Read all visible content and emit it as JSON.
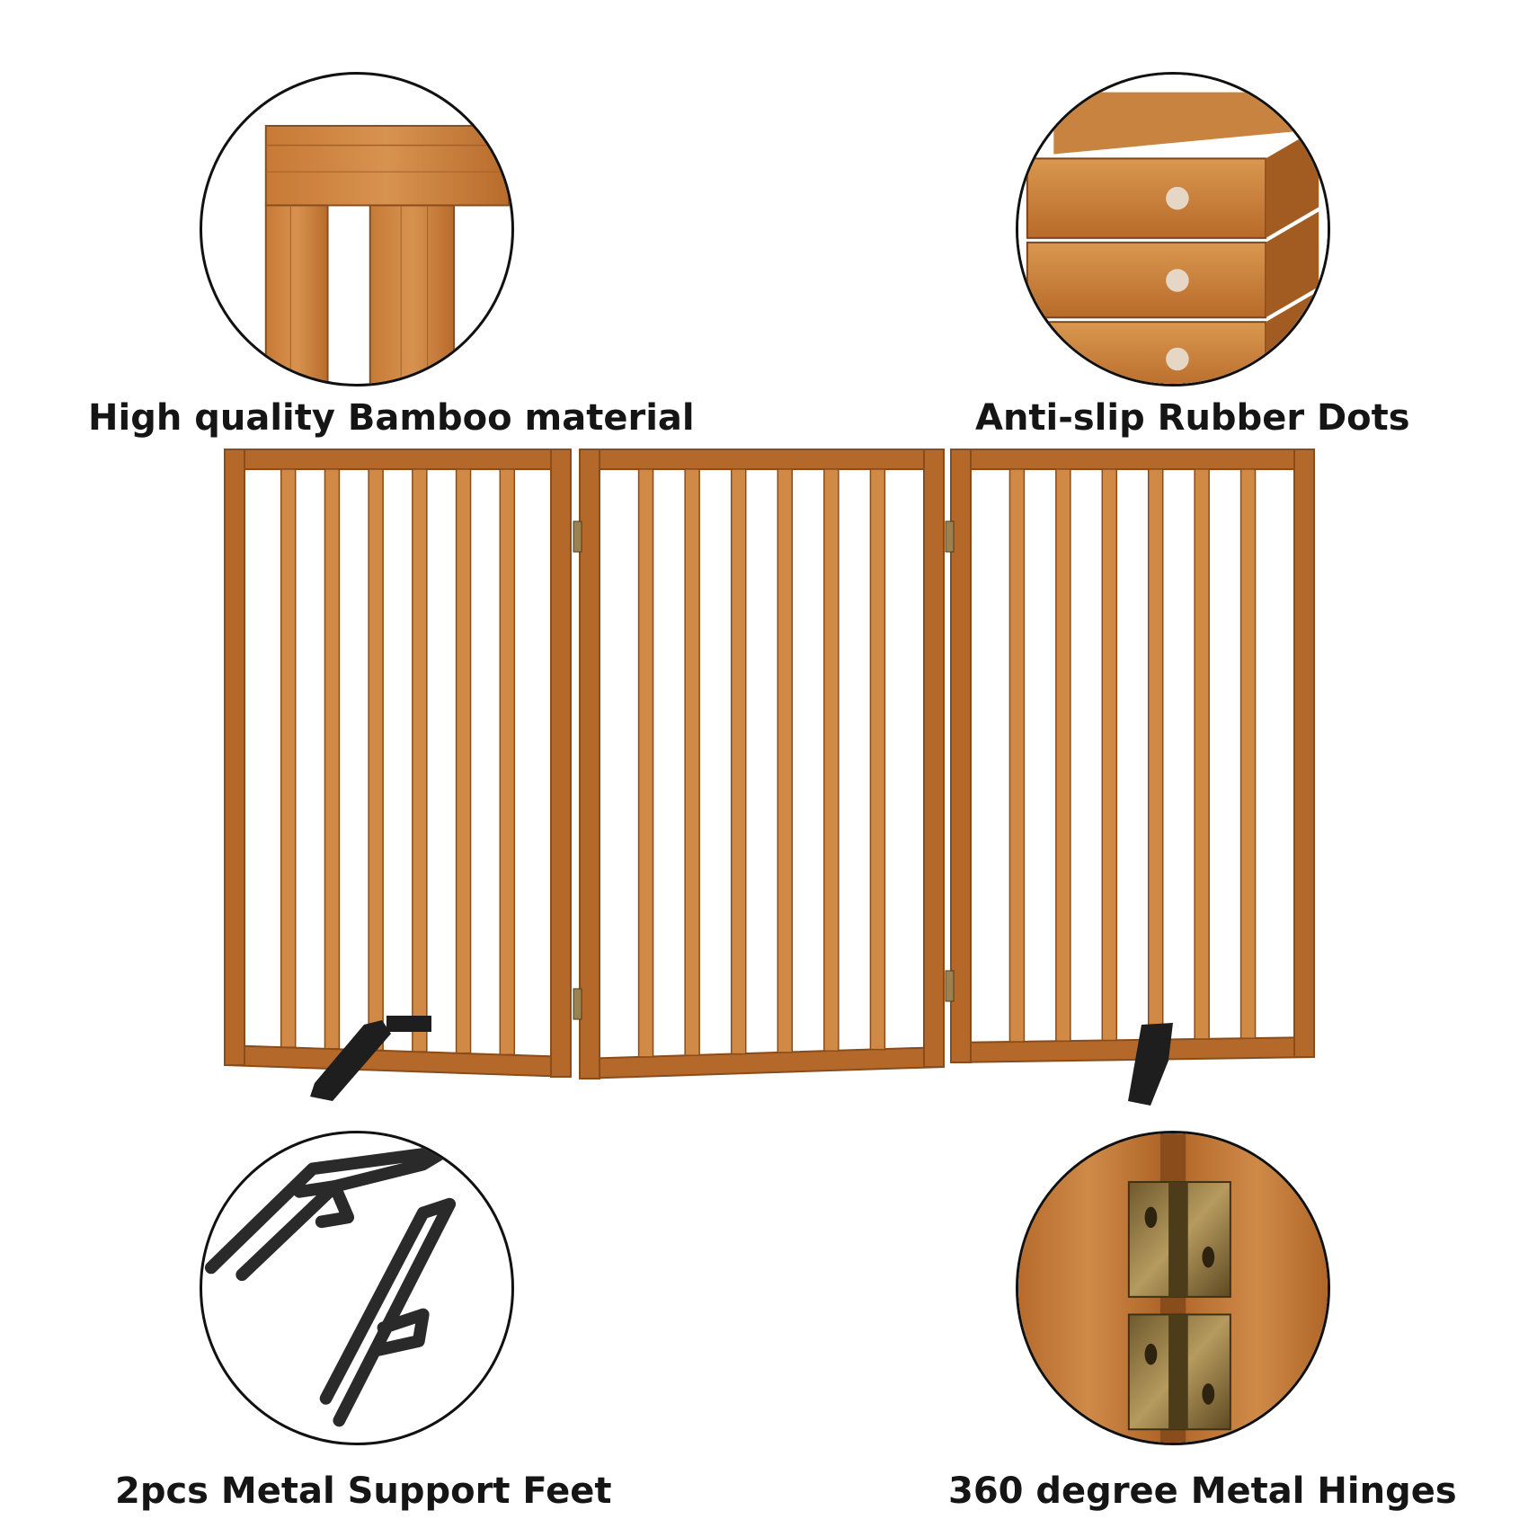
{
  "features": [
    {
      "id": "bamboo",
      "caption": "High quality Bamboo material",
      "icon": "bamboo-frame-corner-icon"
    },
    {
      "id": "rubber",
      "caption": "Anti-slip Rubber Dots",
      "icon": "rubber-dots-icon"
    },
    {
      "id": "feet",
      "caption": "2pcs Metal Support Feet",
      "icon": "support-feet-icon"
    },
    {
      "id": "hinges",
      "caption": "360 degree Metal Hinges",
      "icon": "metal-hinge-icon"
    }
  ],
  "colors": {
    "wood": "#b4692a",
    "wood_dark": "#8a4c1a",
    "wood_light": "#d08a45",
    "metal": "#1e1e1e",
    "hinge": "#9c8250",
    "text": "#151515"
  },
  "gate": {
    "panels": 3,
    "slats_per_panel": 6
  }
}
